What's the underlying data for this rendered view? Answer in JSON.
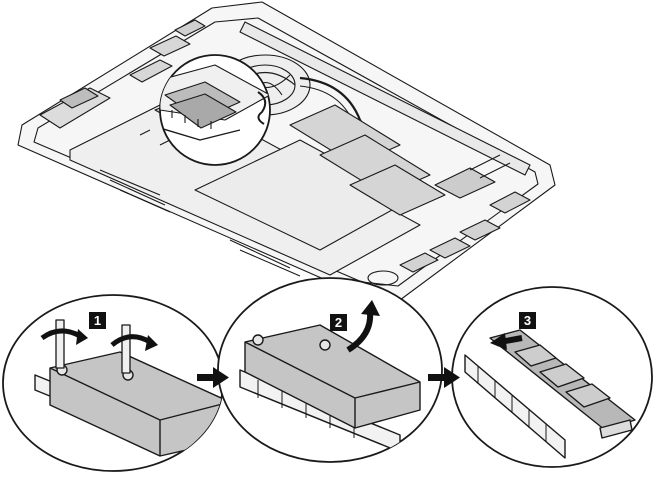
{
  "steps": [
    {
      "number": "1"
    },
    {
      "number": "2"
    },
    {
      "number": "3"
    }
  ],
  "colors": {
    "line": "#1a1a1a",
    "component_fill": "#c8c8c8",
    "ssd_fill": "#b4b4b4",
    "chassis_fill": "#f4f4f4",
    "arrow": "#111111"
  },
  "icons": [
    "screwdriver-icon",
    "rotate-arrow-icon",
    "right-arrow-icon",
    "slide-arrow-icon"
  ]
}
